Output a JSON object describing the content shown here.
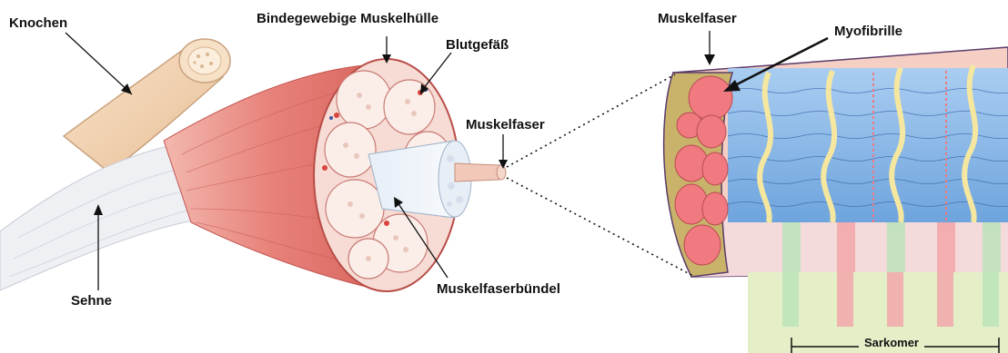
{
  "labels": {
    "knochen": "Knochen",
    "sehne": "Sehne",
    "bindegewebige_muskelhuelle": "Bindegewebige Muskelhülle",
    "blutgefaess": "Blutgefäß",
    "muskelfaser_left": "Muskelfaser",
    "muskelfaserbuendel": "Muskelfaserbündel",
    "muskelfaser_right": "Muskelfaser",
    "myofibrille": "Myofibrille",
    "sarkomer": "Sarkomer"
  },
  "colors": {
    "bone": "#f2d3b3",
    "bone_outline": "#c9a27e",
    "tendon": "#eef0f4",
    "muscle": "#e7817a",
    "muscle_dark": "#cf5d58",
    "fascicle_fill": "#fbe9e2",
    "fiber_blue": "#8db8e8",
    "zline_yellow": "#f5e7a0",
    "myofibril_pink": "#f07a7f",
    "sarcomere_green": "#b9e3b9",
    "line": "#111111"
  }
}
